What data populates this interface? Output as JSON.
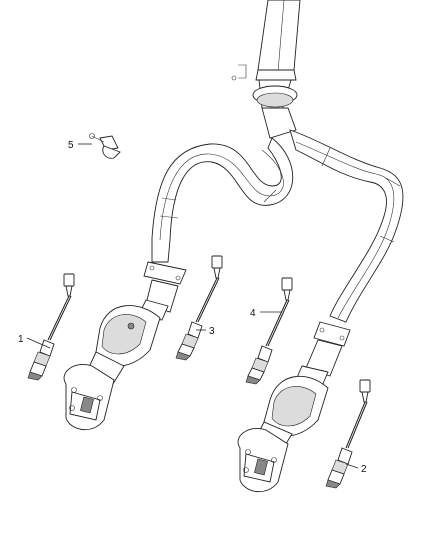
{
  "callouts": {
    "one": "1",
    "two": "2",
    "three": "3",
    "four": "4",
    "five": "5"
  },
  "colors": {
    "line": "#222222",
    "background": "#ffffff",
    "shade": "#dcdcdc"
  }
}
